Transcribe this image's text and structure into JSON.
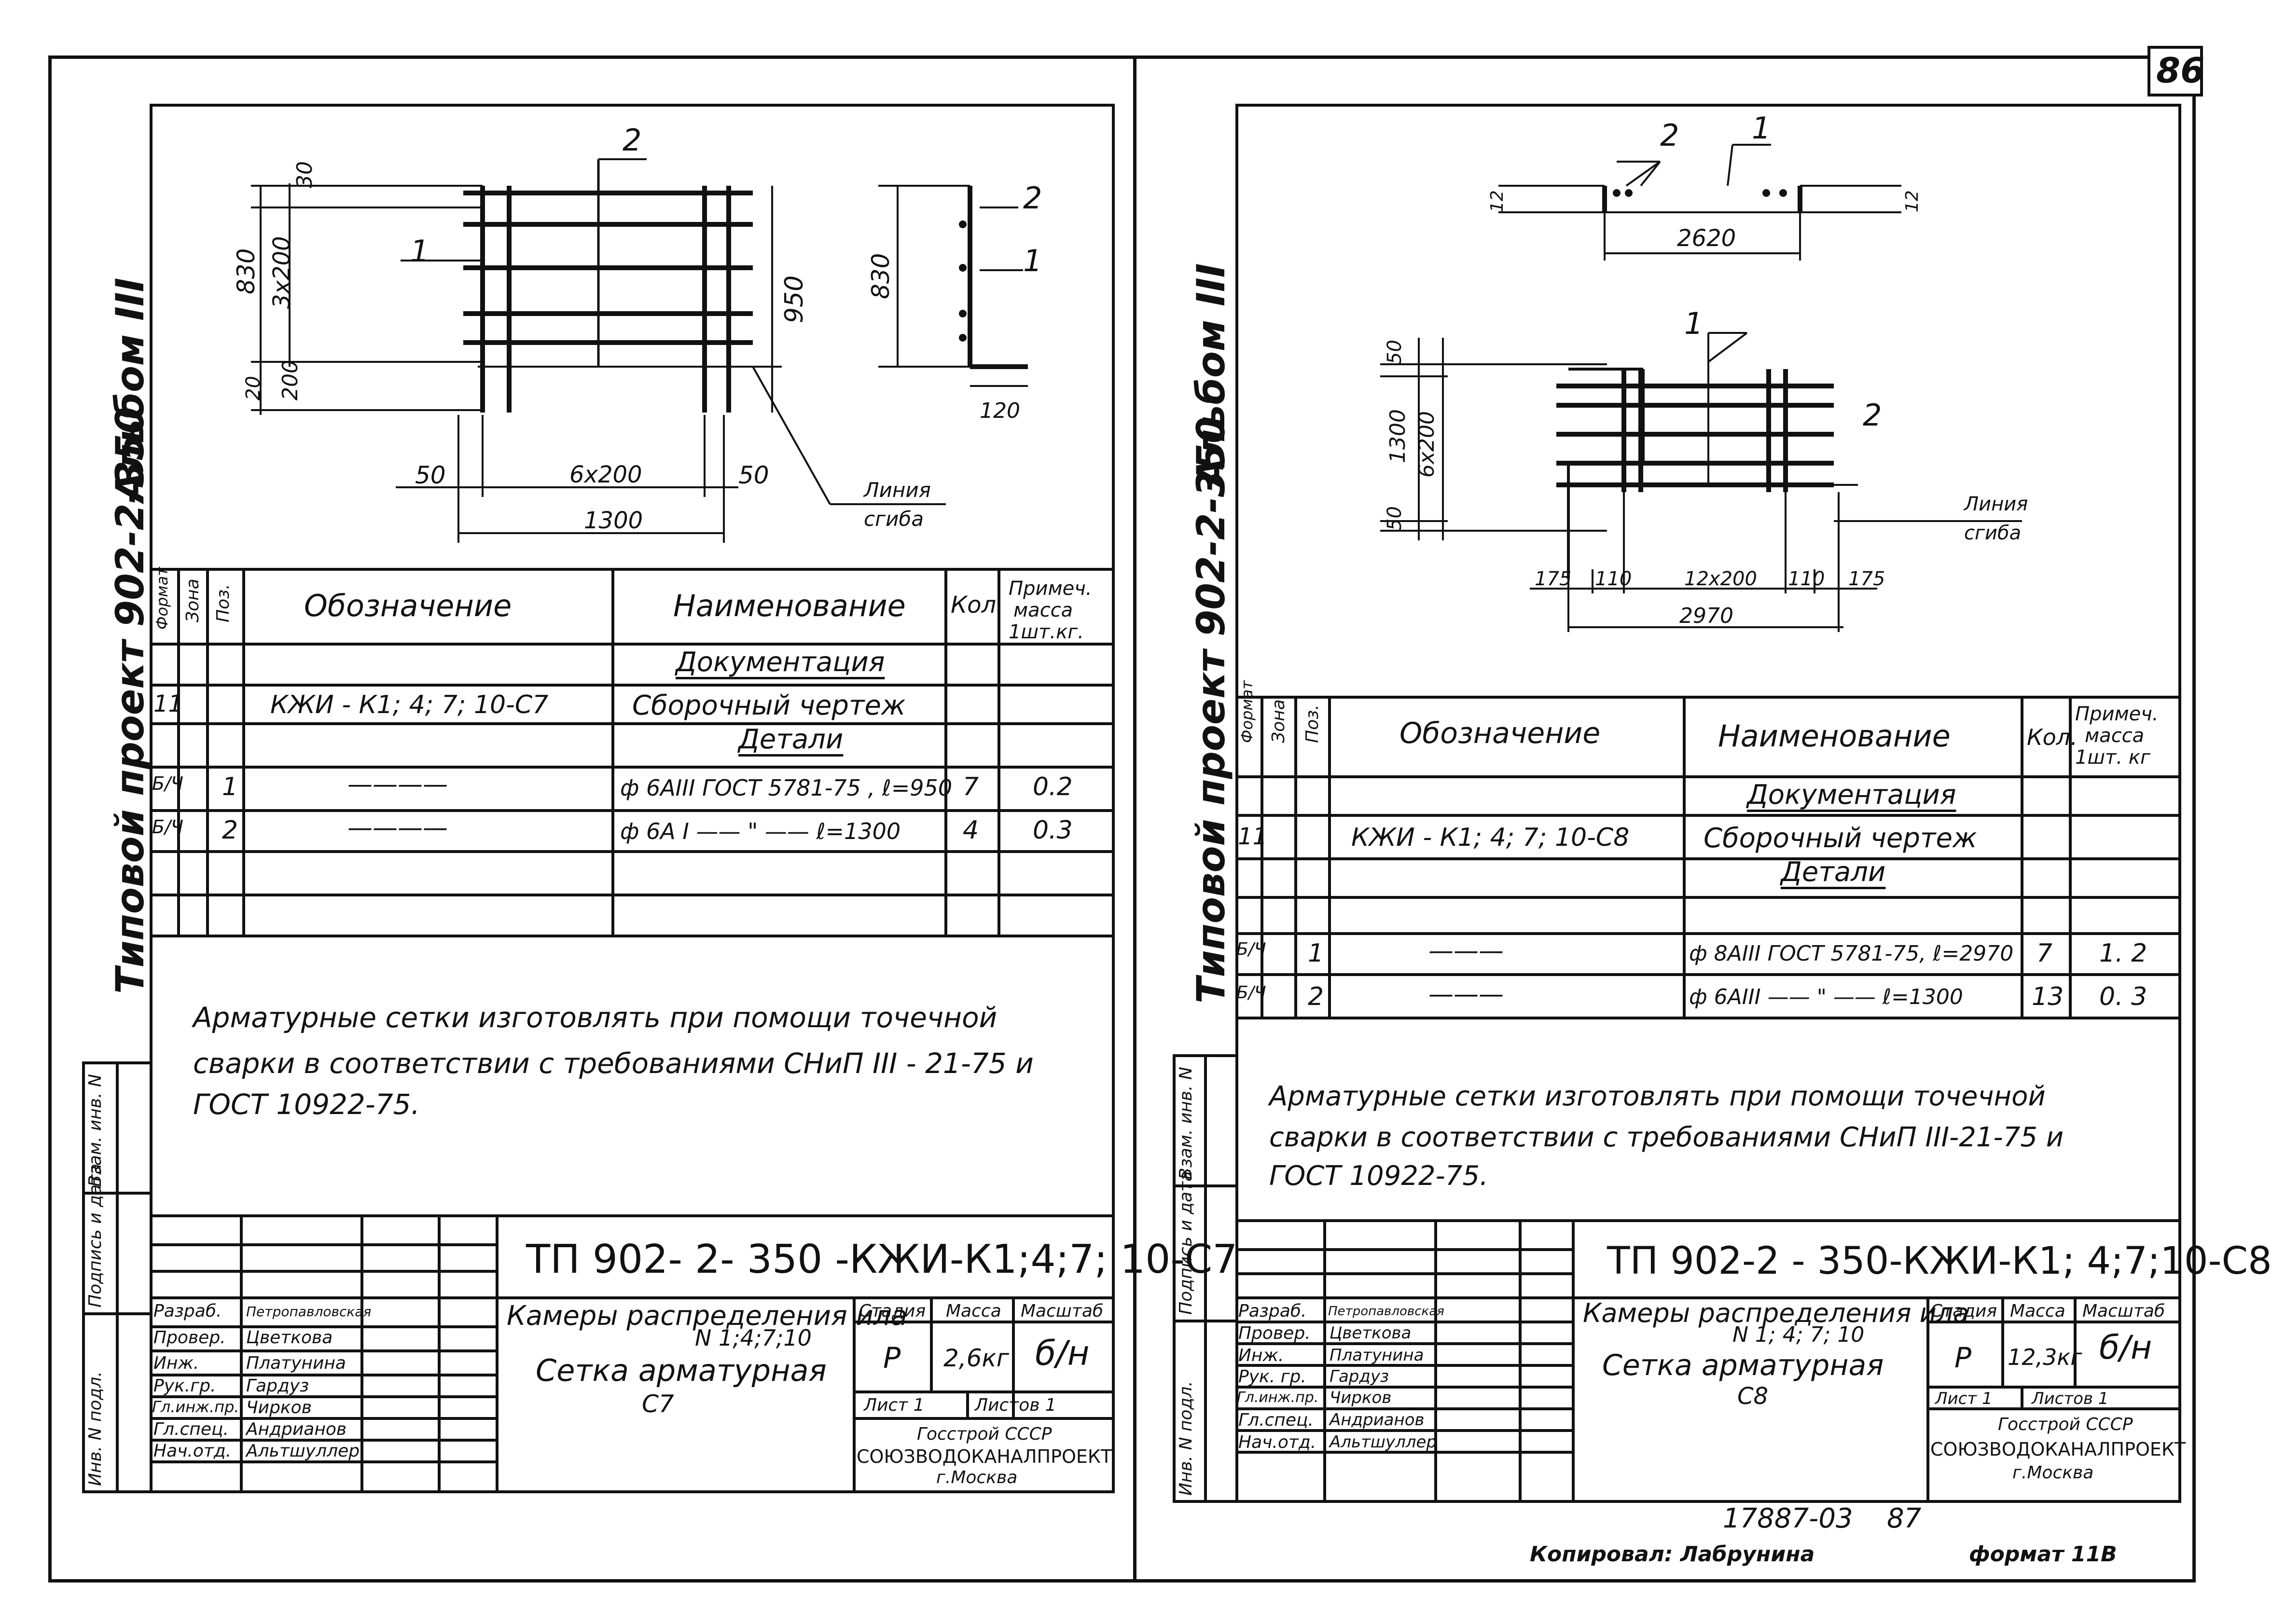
{
  "page_number": "86",
  "footer": {
    "archive_no": "17887-03",
    "page_no": "87",
    "copied": "Копировал: Лабрунина",
    "format": "формат 11В"
  },
  "left": {
    "side_album": "Альбом III",
    "side_project": "Типовой проект 902-2-350",
    "drawing": {
      "lbl_2": "2",
      "lbl_1": "1",
      "lbl_2r": "2",
      "lbl_1r": "1",
      "d30": "30",
      "d830": "830",
      "d3x200": "3х200",
      "d200": "200",
      "d20": "20",
      "d950": "950",
      "d830r": "830",
      "d120": "120",
      "d50a": "50",
      "d6x200": "6х200",
      "d50b": "50",
      "d1300": "1300",
      "line_bend": "Линия",
      "line_bend2": "сгиба"
    },
    "table": {
      "h_format": "Формат",
      "h_zone": "Зона",
      "h_pos": "Поз.",
      "h_designation": "Обозначение",
      "h_name": "Наименование",
      "h_qty": "Кол.",
      "h_note": "Примеч.",
      "h_note2": "масса",
      "h_note3": "1шт.кг.",
      "rows": [
        {
          "fmt": "",
          "zone": "",
          "pos": "",
          "desig": "",
          "name": "Документация",
          "qty": "",
          "note": ""
        },
        {
          "fmt": "11",
          "zone": "",
          "pos": "",
          "desig": "КЖИ - К1; 4; 7; 10-С7",
          "name": "Сборочный  чертеж",
          "qty": "",
          "note": ""
        },
        {
          "fmt": "",
          "zone": "",
          "pos": "",
          "desig": "",
          "name": "Детали",
          "qty": "",
          "note": ""
        },
        {
          "fmt": "Б/Ч",
          "zone": "",
          "pos": "1",
          "desig": "————",
          "name": "ф 6АIII  ГОСТ 5781-75 , ℓ=950",
          "qty": "7",
          "note": "0.2"
        },
        {
          "fmt": "Б/Ч",
          "zone": "",
          "pos": "2",
          "desig": "————",
          "name": "ф 6А I —— \" —— ℓ=1300",
          "qty": "4",
          "note": "0.3"
        },
        {
          "fmt": "",
          "zone": "",
          "pos": "",
          "desig": "",
          "name": "",
          "qty": "",
          "note": ""
        },
        {
          "fmt": "",
          "zone": "",
          "pos": "",
          "desig": "",
          "name": "",
          "qty": "",
          "note": ""
        }
      ]
    },
    "note_1": "Арматурные   сетки   изготовлять   при   помощи   точечной",
    "note_2": "сварки  в  соответствии  с требованиями  СНиП III - 21-75  и",
    "note_3": "ГОСТ 10922-75.",
    "side_stamps": [
      "Инв. N подл.",
      "Подпись и дата",
      "Взам. инв. N"
    ],
    "title_block": {
      "code": "ТП  902- 2- 350  -КЖИ-К1;4;7; 10-С7",
      "title_1": "Камеры распределения ила",
      "title_2": "N 1;4;7;10",
      "title_3": "Сетка  арматурная",
      "title_4": "С7",
      "h_stage": "Стадия",
      "h_mass": "Масса",
      "h_scale": "Масштаб",
      "stage": "Р",
      "mass": "2,6кг",
      "scale": "б/н",
      "sheet": "Лист 1",
      "sheets": "Листов 1",
      "org_1": "Госстрой СССР",
      "org_2": "СОЮЗВОДОКАНАЛПРОЕКТ",
      "org_3": "г.Москва",
      "staff": [
        {
          "role": "Разраб.",
          "name": "Петропавловская"
        },
        {
          "role": "Провер.",
          "name": "Цветкова"
        },
        {
          "role": "Инж.",
          "name": "Платунина"
        },
        {
          "role": "Рук.гр.",
          "name": "Гардуз"
        },
        {
          "role": "Гл.инж.пр.",
          "name": "Чирков"
        },
        {
          "role": "Гл.спец.",
          "name": "Андрианов"
        },
        {
          "role": "Нач.отд.",
          "name": "Альтшуллер"
        }
      ]
    }
  },
  "right": {
    "side_album": "Альбом III",
    "side_project": "Типовой проект 902-2-350",
    "drawing": {
      "lbl_2t": "2",
      "lbl_1t": "1",
      "d2620": "2620",
      "d12a": "12",
      "d12b": "12",
      "lbl_1": "1",
      "lbl_2": "2",
      "d50a": "50",
      "d1300": "1300",
      "d6x200": "6х200",
      "d50b": "50",
      "d175a": "175",
      "d110a": "110",
      "d12x200": "12х200",
      "d110b": "110",
      "d175b": "175",
      "d2970": "2970",
      "line_bend": "Линия",
      "line_bend2": "сгиба"
    },
    "table": {
      "h_format": "Формат",
      "h_zone": "Зона",
      "h_pos": "Поз.",
      "h_designation": "Обозначение",
      "h_name": "Наименование",
      "h_qty": "Кол.",
      "h_note": "Примеч.",
      "h_note2": "масса",
      "h_note3": "1шт. кг",
      "rows": [
        {
          "fmt": "",
          "zone": "",
          "pos": "",
          "desig": "",
          "name": "Документация",
          "qty": "",
          "note": ""
        },
        {
          "fmt": "11",
          "zone": "",
          "pos": "",
          "desig": "КЖИ - К1; 4; 7; 10-С8",
          "name": "Сборочный  чертеж",
          "qty": "",
          "note": ""
        },
        {
          "fmt": "",
          "zone": "",
          "pos": "",
          "desig": "",
          "name": "Детали",
          "qty": "",
          "note": ""
        },
        {
          "fmt": "",
          "zone": "",
          "pos": "",
          "desig": "",
          "name": "",
          "qty": "",
          "note": ""
        },
        {
          "fmt": "Б/Ч",
          "zone": "",
          "pos": "1",
          "desig": "———",
          "name": "ф 8АIII  ГОСТ 5781-75, ℓ=2970",
          "qty": "7",
          "note": "1. 2"
        },
        {
          "fmt": "Б/Ч",
          "zone": "",
          "pos": "2",
          "desig": "———",
          "name": "ф 6АIII  —— \" —— ℓ=1300",
          "qty": "13",
          "note": "0. 3"
        }
      ]
    },
    "note_1": "Арматурные  сетки  изготовлять  при  помощи   точечной",
    "note_2": "сварки  в  соответствии  с требованиями  СНиП III-21-75  и",
    "note_3": "ГОСТ  10922-75.",
    "side_stamps": [
      "Инв. N подл.",
      "Подпись и дата",
      "Взам. инв. N"
    ],
    "title_block": {
      "code": "ТП  902-2 - 350-КЖИ-К1; 4;7;10-С8",
      "title_1": "Камеры  распределения ила",
      "title_2": "N 1; 4; 7; 10",
      "title_3": "Сетка  арматурная",
      "title_4": "С8",
      "h_stage": "Стадия",
      "h_mass": "Масса",
      "h_scale": "Масштаб",
      "stage": "Р",
      "mass": "12,3кг",
      "scale": "б/н",
      "sheet": "Лист 1",
      "sheets": "Листов  1",
      "org_1": "Госстрой СССР",
      "org_2": "СОЮЗВОДОКАНАЛПРОЕКТ",
      "org_3": "г.Москва",
      "staff": [
        {
          "role": "Разраб.",
          "name": "Петропавловская"
        },
        {
          "role": "Провер.",
          "name": "Цветкова"
        },
        {
          "role": "Инж.",
          "name": "Платунина"
        },
        {
          "role": "Рук. гр.",
          "name": "Гардуз"
        },
        {
          "role": "Гл.инж.пр.",
          "name": "Чирков"
        },
        {
          "role": "Гл.спец.",
          "name": "Андрианов"
        },
        {
          "role": "Нач.отд.",
          "name": "Альтшуллер"
        }
      ]
    }
  }
}
